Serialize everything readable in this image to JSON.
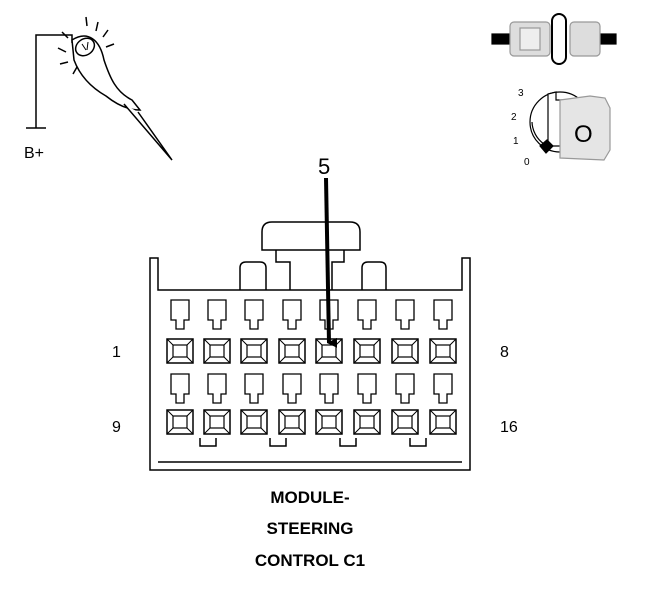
{
  "probe": {
    "label": "B+"
  },
  "ignition": {
    "positions": [
      "3",
      "2",
      "1",
      "0"
    ],
    "key_letter": "O"
  },
  "connector": {
    "pointer_label": "5",
    "pin_label_top_left": "1",
    "pin_label_top_right": "8",
    "pin_label_bottom_left": "9",
    "pin_label_bottom_right": "16"
  },
  "caption": {
    "line1": "MODULE-",
    "line2": "STEERING",
    "line3": "CONTROL C1"
  }
}
